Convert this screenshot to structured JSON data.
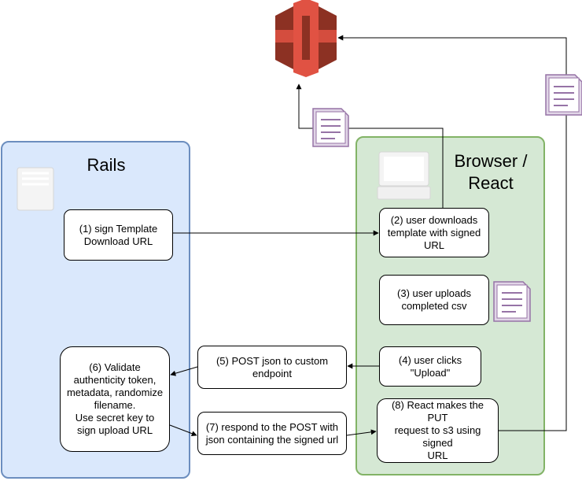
{
  "lanes": {
    "rails": {
      "title": "Rails"
    },
    "browser": {
      "title": "Browser /\nReact"
    }
  },
  "steps": {
    "s1": "(1) sign Template\nDownload URL",
    "s2": "(2) user downloads\ntemplate with signed\nURL",
    "s3": "(3) user uploads\ncompleted csv",
    "s4": "(4) user clicks\n\"Upload\"",
    "s5": "(5) POST json to custom\nendpoint",
    "s6": "(6) Validate\nauthenticity token,\nmetadata, randomize\nfilename.\nUse secret key to\nsign upload URL",
    "s7": "(7) respond to the POST with\njson containing the signed url",
    "s8": "(8) React makes the  PUT\nrequest to s3 using signed\nURL"
  },
  "icons": {
    "s3": "aws-s3-bucket-icon",
    "server": "server-icon",
    "monitor": "monitor-icon",
    "document": "document-icon"
  },
  "colors": {
    "rails_fill": "#dae8fc",
    "rails_stroke": "#6c8ebf",
    "browser_fill": "#d5e8d4",
    "browser_stroke": "#82b366",
    "s3_red": "#e05243",
    "doc_purple": "#9673a6",
    "doc_fill": "#e1d5e7"
  }
}
